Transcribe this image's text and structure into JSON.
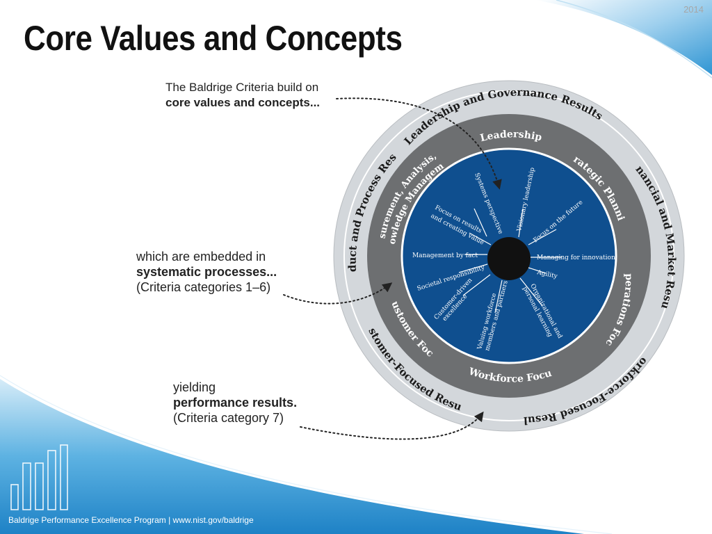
{
  "slide": {
    "year": "2014",
    "title": "Core Values and Concepts",
    "footer": "Baldrige Performance Excellence Program | www.nist.gov/baldrige"
  },
  "captions": {
    "first": {
      "line1": "The Baldrige Criteria build on",
      "line2": "core values and concepts..."
    },
    "second": {
      "line1": "which are embedded in",
      "line2": "systematic processes...",
      "line3": "(Criteria categories 1–6)"
    },
    "third": {
      "line1": "yielding",
      "line2": "performance results.",
      "line3": "(Criteria category 7)"
    }
  },
  "diagram": {
    "outer_ring": {
      "top": "Leadership and Governance Results",
      "right": "Financial and Market Results",
      "bottom_right": "Workforce-Focused Results",
      "bottom_left": "Customer-Focused Results",
      "left": "Product and Process Results"
    },
    "middle_ring": {
      "top": "Leadership",
      "top_right": "Strategic Planning",
      "right": "Operations Focus",
      "bottom": "Workforce Focus",
      "bottom_left": "Customer Focus",
      "left_line1": "Measurement, Analysis, and",
      "left_line2": "Knowledge Management"
    },
    "core_values": {
      "systems_perspective": "Systems perspective",
      "visionary_leadership": "Visionary leadership",
      "focus_on_future": "Focus on the future",
      "managing_for_innovation": "Managing for innovation",
      "agility": "Agility",
      "organizational_learning_1": "Organizational and",
      "organizational_learning_2": "personal learning",
      "valuing_workforce_1": "Valuing workforce",
      "valuing_workforce_2": "members and partners",
      "customer_driven_1": "Customer-driven",
      "customer_driven_2": "excellence",
      "societal_responsibility": "Societal responsibility",
      "management_by_fact": "Management by fact",
      "focus_on_results_1": "Focus on results",
      "focus_on_results_2": "and creating value"
    },
    "colors": {
      "outer_ring": "#d3d7db",
      "middle_ring": "#6d6f71",
      "core": "#0f4f8f",
      "hub": "#111111",
      "accent_blue": "#2a8fd0"
    }
  }
}
